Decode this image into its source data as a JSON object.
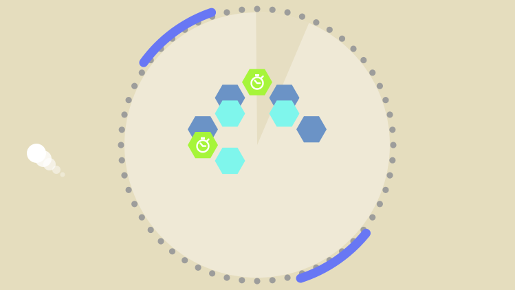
{
  "colors": {
    "background": "#e5ddbe",
    "disc": "#efe9d6",
    "wedge": "#e6dec2",
    "dots": "#9d9d9b",
    "paddle": "#6877f4",
    "hex_blue": "#6b93c6",
    "hex_cyan": "#7ff6ec",
    "hex_powerup": "#a6f53a",
    "stopwatch_icon": "#ffffff",
    "ball": "#ffffff"
  },
  "arena": {
    "dot_ring": {
      "dot_count": 56
    },
    "paddles": [
      {
        "name": "paddle-upper-left",
        "start_deg": 216,
        "end_deg": 251
      },
      {
        "name": "paddle-lower-right",
        "start_deg": 39,
        "end_deg": 72
      }
    ]
  },
  "hex_tiles": [
    {
      "kind": "powerup",
      "icon": "stopwatch-icon",
      "row": 0,
      "col": 0
    },
    {
      "kind": "blue",
      "row": 1,
      "col": -1
    },
    {
      "kind": "blue",
      "row": 1,
      "col": 1
    },
    {
      "kind": "cyan",
      "row": 2,
      "col": -1
    },
    {
      "kind": "cyan",
      "row": 2,
      "col": 1
    },
    {
      "kind": "blue",
      "row": 3,
      "col": -2
    },
    {
      "kind": "blue",
      "row": 3,
      "col": 2
    },
    {
      "kind": "powerup",
      "icon": "stopwatch-icon",
      "row": 4,
      "col": -2
    },
    {
      "kind": "cyan",
      "row": 5,
      "col": -1
    }
  ],
  "ball": {
    "trail_length": 4
  }
}
